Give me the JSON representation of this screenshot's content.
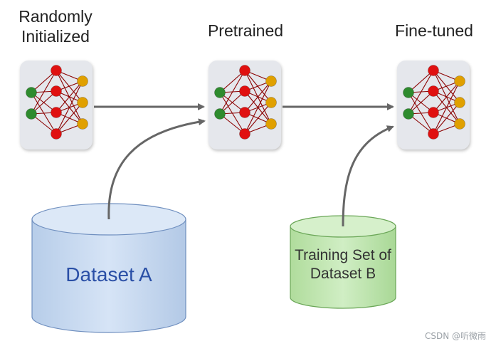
{
  "stages": [
    {
      "id": "random",
      "label_line1": "Randomly",
      "label_line2": "Initialized"
    },
    {
      "id": "pretrained",
      "label_line1": "Pretrained",
      "label_line2": ""
    },
    {
      "id": "finetuned",
      "label_line1": "Fine-tuned",
      "label_line2": ""
    }
  ],
  "datasets": {
    "a": {
      "line1": "Dataset A",
      "line2": ""
    },
    "b": {
      "line1": "Training Set of",
      "line2": "Dataset B"
    }
  },
  "watermark": "CSDN @听微雨",
  "colors": {
    "input_node": "#2e8b2e",
    "hidden_node": "#e01010",
    "output_node": "#e0a000",
    "edge": "#8b0000",
    "arrow": "#666666",
    "dataset_a_fill": "#c9dcf2",
    "dataset_a_text": "#2a4fa6",
    "dataset_b_fill": "#c2e6b3",
    "dataset_b_text": "#333333"
  }
}
